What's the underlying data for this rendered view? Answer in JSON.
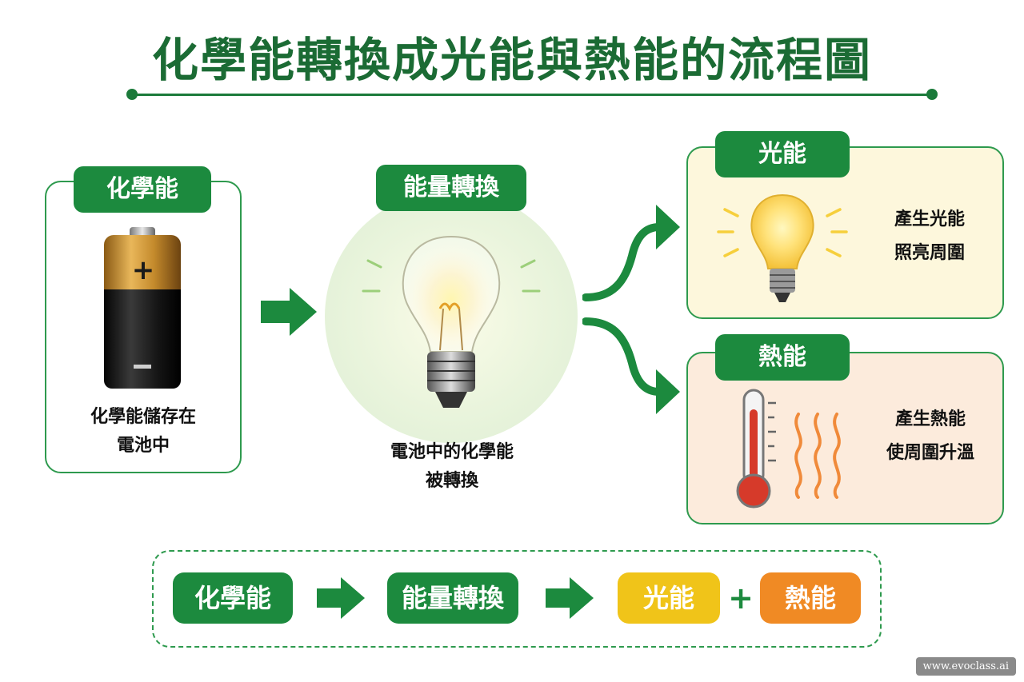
{
  "title": "化學能轉換成光能與熱能的流程圖",
  "chemical": {
    "label": "化學能",
    "caption_line1": "化學能儲存在",
    "caption_line2": "電池中",
    "battery_plus": "+",
    "battery_minus": "−"
  },
  "conversion": {
    "label": "能量轉換",
    "caption_line1": "電池中的化學能",
    "caption_line2": "被轉換"
  },
  "light": {
    "label": "光能",
    "text_line1": "產生光能",
    "text_line2": "照亮周圍"
  },
  "heat": {
    "label": "熱能",
    "text_line1": "產生熱能",
    "text_line2": "使周圍升溫"
  },
  "flow": {
    "step1": "化學能",
    "step2": "能量轉換",
    "step3": "光能",
    "plus": "+",
    "step4": "熱能"
  },
  "watermark": "www.evoclass.ai",
  "colors": {
    "green": "#1c8a3e",
    "yellow": "#f0c419",
    "orange": "#f08a24",
    "light_panel": "#fdf7dc",
    "heat_panel": "#fcebdc"
  },
  "icons": [
    "battery-icon",
    "light-bulb-icon",
    "arrow-right-icon",
    "curved-arrow-icon",
    "thermometer-icon",
    "heat-wave-icon"
  ]
}
